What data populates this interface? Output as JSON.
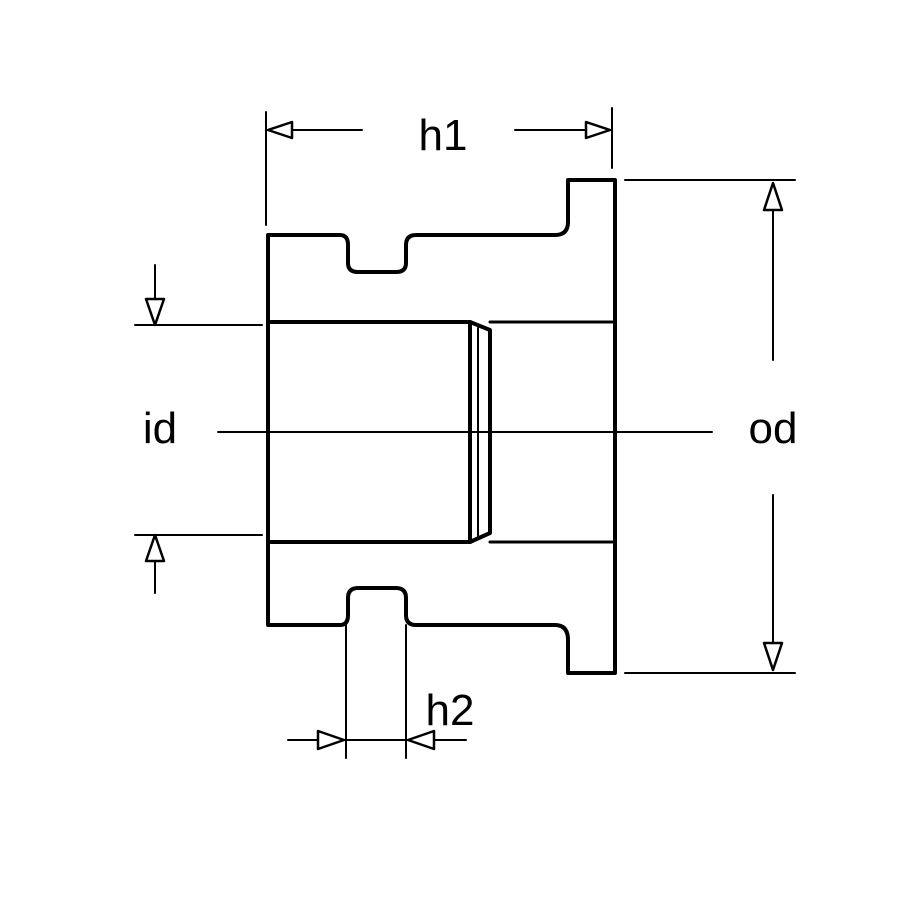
{
  "labels": {
    "h1": "h1",
    "h2": "h2",
    "id": "id",
    "od": "od"
  },
  "colors": {
    "line": "#000000",
    "background": "#ffffff"
  }
}
